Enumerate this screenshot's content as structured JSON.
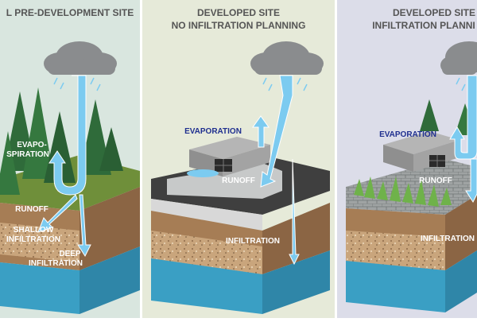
{
  "panels": [
    {
      "title_line1": "L PRE-DEVELOPMENT SITE",
      "title_line2": "",
      "labels": {
        "evapotranspiration_line1": "EVAPO-",
        "evapotranspiration_line2": "SPIRATION",
        "runoff": "RUNOFF",
        "shallow_line1": "SHALLOW",
        "shallow_line2": "INFILTRATION",
        "deep_line1": "DEEP",
        "deep_line2": "INFILTRATION"
      }
    },
    {
      "title_line1": "DEVELOPED SITE",
      "title_line2": "NO INFILTRATION PLANNING",
      "labels": {
        "evaporation": "EVAPORATION",
        "runoff": "RUNOFF",
        "infiltration": "INFILTRATION"
      }
    },
    {
      "title_line1": "DEVELOPED SITE",
      "title_line2": "INFILTRATION PLANNI",
      "labels": {
        "evaporation": "EVAPORATION",
        "runoff": "RUNOFF",
        "infiltration": "INFILTRATION"
      }
    }
  ],
  "colors": {
    "panel1_bg": "#d9e6df",
    "panel2_bg": "#e6ead9",
    "panel3_bg": "#dcdde9",
    "title_text": "#555555",
    "label_text": "#ffffff",
    "label_text_dark": "#1f2f8f",
    "water_arrow": "#7ccbf0",
    "cloud": "#8a8c8e",
    "grass": "#6f8f3a",
    "soil": "#a67d55",
    "gravel": "#c7a27a",
    "groundwater": "#3a9fc4",
    "tree": "#2f6b3a",
    "concrete": "#9a9a9a"
  }
}
